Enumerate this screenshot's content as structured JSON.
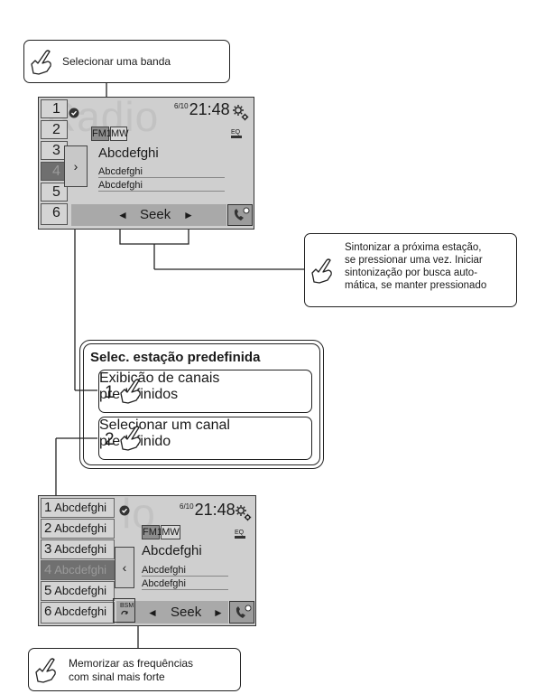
{
  "callouts": {
    "select_band": "Selecionar uma banda",
    "seek_line1": "Sintonizar a próxima estação,",
    "seek_line2": "se pressionar uma vez. Iniciar",
    "seek_line3": "sintonização por busca auto-",
    "seek_line4": "mática, se manter pressionado",
    "preset_title": "Selec. estação predefinida",
    "step1_num": "1",
    "step1_line1": "Exibição de canais",
    "step1_line2": "predefinidos",
    "step2_num": "2",
    "step2_line1": "Selecionar um canal",
    "step2_line2": "predefinido",
    "memo_line1": "Memorizar as frequências",
    "memo_line2": "com sinal mais forte"
  },
  "screen1": {
    "bg_text": "Radio",
    "presets": [
      "1",
      "2",
      "3",
      "4",
      "5",
      "6"
    ],
    "selected_index": 3,
    "band_fm": "FM1",
    "band_mw": "MW",
    "date": "6/10",
    "time": "21:48",
    "eq": "EQ",
    "station": "Abcdefghi",
    "sub1": "Abcdefghi",
    "sub2": "Abcdefghi",
    "tab_glyph": "›",
    "seek": "Seek",
    "seek_left": "◄",
    "seek_right": "►"
  },
  "screen2": {
    "bg_text": "lo",
    "presets": [
      {
        "n": "1",
        "t": "Abcdefghi"
      },
      {
        "n": "2",
        "t": "Abcdefghi"
      },
      {
        "n": "3",
        "t": "Abcdefghi"
      },
      {
        "n": "4",
        "t": "Abcdefghi"
      },
      {
        "n": "5",
        "t": "Abcdefghi"
      },
      {
        "n": "6",
        "t": "Abcdefghi"
      }
    ],
    "selected_index": 3,
    "band_fm": "FM1",
    "band_mw": "MW",
    "date": "6/10",
    "time": "21:48",
    "eq": "EQ",
    "station": "Abcdefghi",
    "sub1": "Abcdefghi",
    "sub2": "Abcdefghi",
    "tab_glyph": "‹",
    "bsm": "BSM",
    "seek": "Seek",
    "seek_left": "◄",
    "seek_right": "►"
  },
  "icons": [
    "hand-pointer-icon",
    "gear-icon",
    "check-circle-icon",
    "phone-icon",
    "eq-icon",
    "refresh-icon"
  ]
}
